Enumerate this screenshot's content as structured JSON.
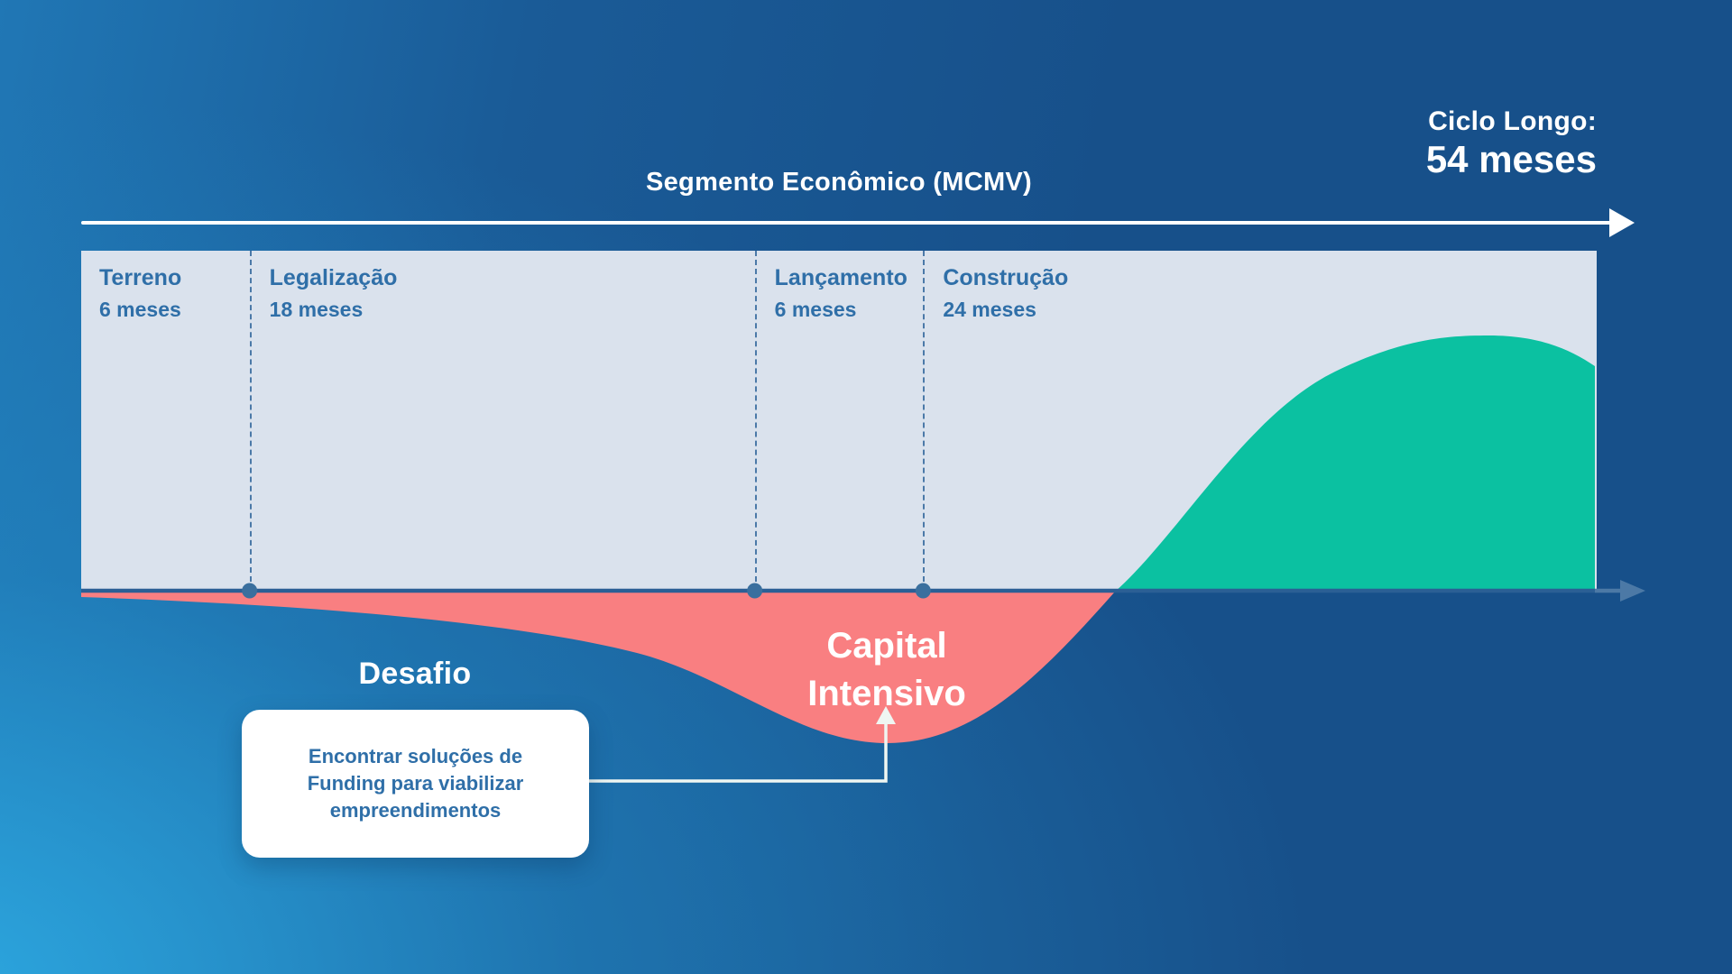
{
  "header": {
    "title": "Segmento Econômico (MCMV)",
    "cycle_label": "Ciclo Longo:",
    "cycle_value": "54 meses"
  },
  "timeline": {
    "total_months": 54,
    "phases": [
      {
        "name": "Terreno",
        "duration": "6 meses",
        "months": 6
      },
      {
        "name": "Legalização",
        "duration": "18 meses",
        "months": 18
      },
      {
        "name": "Lançamento",
        "duration": "6 meses",
        "months": 6
      },
      {
        "name": "Construção",
        "duration": "24 meses",
        "months": 24
      }
    ]
  },
  "curve": {
    "negative_label": "Capital Intensivo"
  },
  "challenge": {
    "title": "Desafio",
    "note": "Encontrar soluções de Funding para viabilizar empreendimentos"
  },
  "colors": {
    "bg-mid": "#2077B5",
    "bg-dark": "#17508A",
    "panel": "#DAE2ED",
    "steel": "#2F6FA8",
    "axis": "#2B5F95",
    "dot": "#3A6F9E",
    "negative": "#F97F81",
    "positive": "#0BC1A1",
    "connector": "#EFF6F2",
    "card": "#FFFFFF"
  }
}
